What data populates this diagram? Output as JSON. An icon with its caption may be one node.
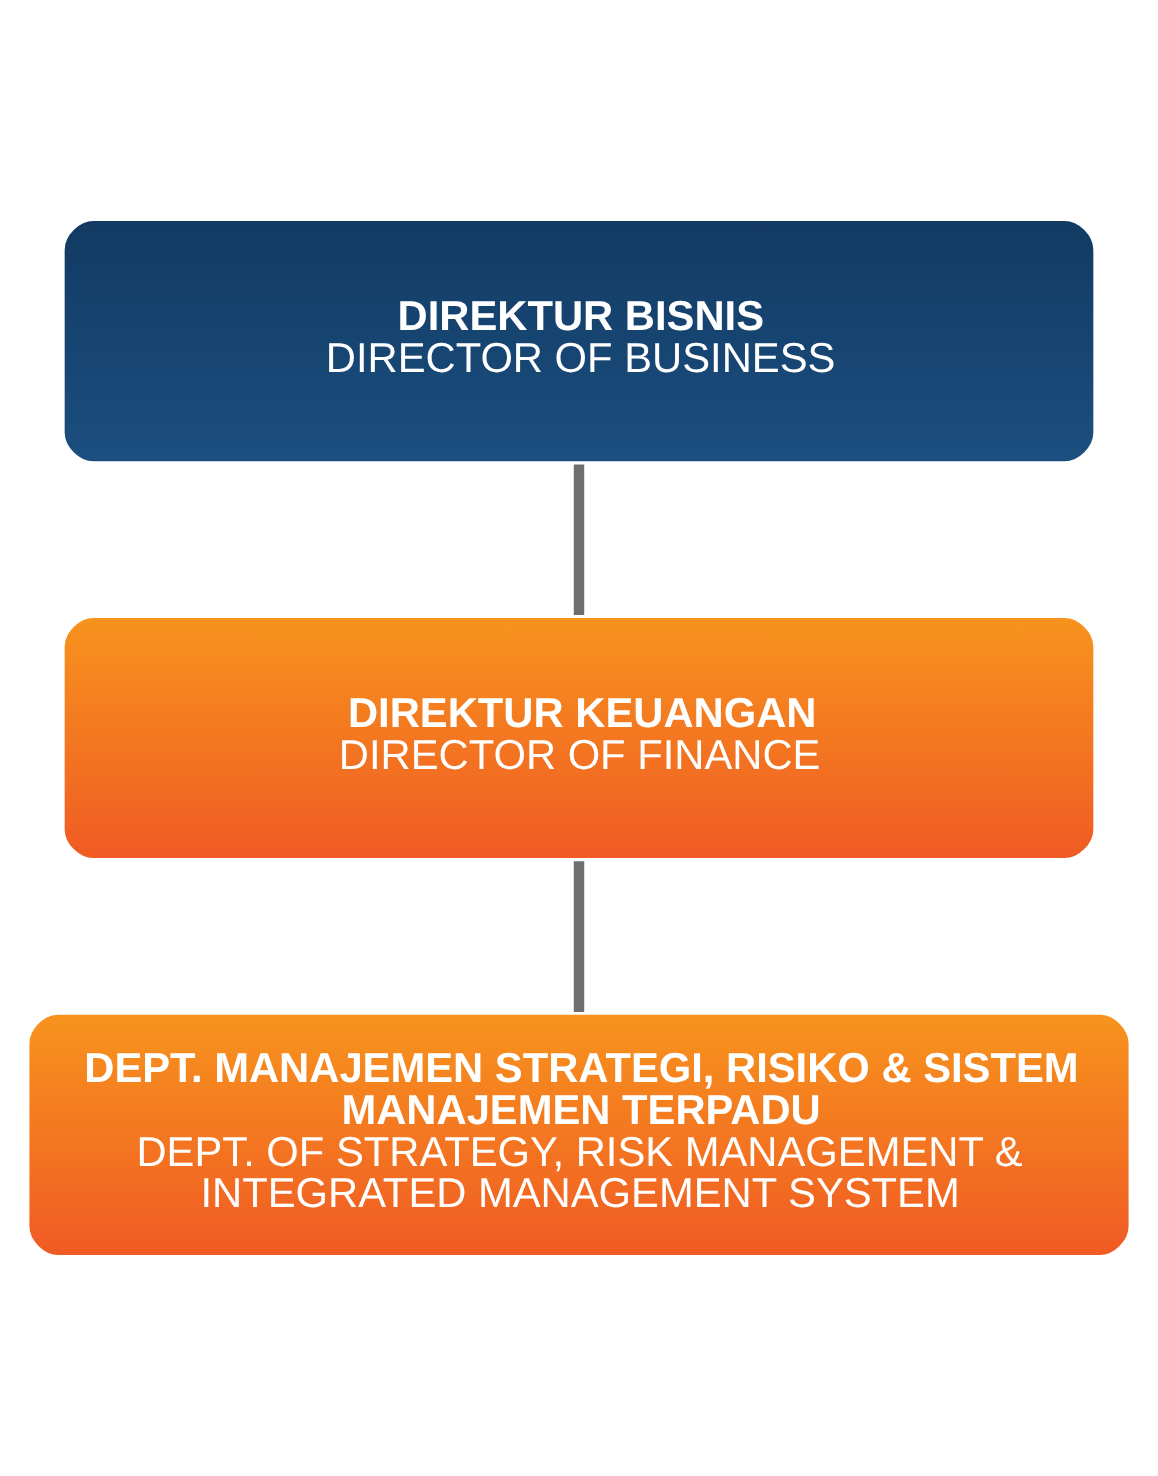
{
  "diagram": {
    "nodes": [
      {
        "text": [
          "DIREKTUR BISNIS",
          "DIRECTOR OF BUSINESS"
        ]
      },
      {
        "text": [
          "DIREKTUR KEUANGAN",
          "DIRECTOR OF FINANCE"
        ]
      },
      {
        "text": [
          "DEPT. MANAJEMEN STRATEGI, RISIKO & SISTEM MANAJEMEN TERPADU",
          "DEPT. OF STRATEGY, RISK MANAGEMENT & INTEGRATED MANAGEMENT SYSTEM"
        ]
      }
    ],
    "edges": [
      {
        "from": 0,
        "to": 1,
        "arrow": "none"
      },
      {
        "from": 1,
        "to": 2,
        "arrow": "none"
      }
    ]
  }
}
